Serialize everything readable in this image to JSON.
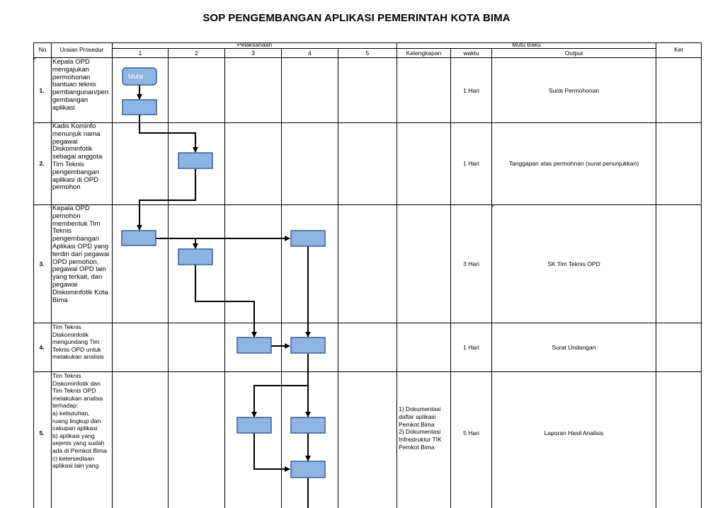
{
  "title": "SOP PENGEMBANGAN APLIKASI PEMERINTAH KOTA BIMA",
  "headers": {
    "no": "No",
    "uraian": "Uraian Prosedur",
    "pelaksanaan": "Pelaksanaan",
    "cols": [
      "1",
      "2",
      "3",
      "4",
      "5"
    ],
    "mutu": "Mutu Baku",
    "kelengkapan": "Kelengkapan",
    "waktu": "waktu",
    "output": "Output",
    "ket": "Ket"
  },
  "rows": [
    {
      "no": "1.",
      "lines": [
        "Kepala OPD",
        "mengajukan",
        "permohonan",
        "bantuan teknis",
        "pembangunan/pen",
        "gembangan",
        "aplikasi"
      ],
      "kelengkapan": [],
      "waktu": "1 Hari",
      "output": "Surat Permohonan"
    },
    {
      "no": "2.",
      "lines": [
        "Kadis Kominfo",
        "menunjuk nama",
        "pegawai",
        "Diskominfotik",
        "sebagai anggota",
        "Tim Teknis",
        "pengembangan",
        "aplikasi di OPD",
        "pemohon"
      ],
      "kelengkapan": [],
      "waktu": "1 Hari",
      "output": "Tanggapan atas permohnan (surat penunjukkan)"
    },
    {
      "no": "3.",
      "lines": [
        "Kepala OPD",
        "pemohon",
        "membentuk Tim",
        "Teknis",
        "pengembangan",
        "Aplikasi OPD yang",
        "terdiri dari pegawai",
        "OPD pemohon,",
        "pegawai OPD lain",
        "yang terkait, dan",
        "pegawai",
        "Diskominfotik Kota",
        "Bima"
      ],
      "kelengkapan": [],
      "waktu": "3 Hari",
      "output": "SK Tim Teknis OPD"
    },
    {
      "no": "4.",
      "lines": [
        "Tim Teknis",
        "Diskominfotik",
        "mengundang Tim",
        "Teknis OPD untuk",
        "melakukan analisis"
      ],
      "kelengkapan": [],
      "waktu": "1 Hari",
      "output": "Surat Undangan"
    },
    {
      "no": "5.",
      "lines": [
        "Tim Teknis",
        "Diskominfotik dan",
        "Tim Teknis OPD",
        "melakukan analisa",
        "terhadap:",
        "a) kebutuhan,",
        "ruang lingkup dan",
        "cakupan aplikasi",
        "b) aplikasi yang",
        "sejenis yang sudah",
        "ada di Pemkot Bima",
        "c) ketersediaan",
        "aplikasi lain yang"
      ],
      "kelengkapan": [
        "1) Dokumentasi",
        "daftar aplikasi",
        "Pemkot Bima",
        "2) Dokumentasi",
        "Infrastruktur TIK",
        "Pemkot Bima"
      ],
      "waktu": "5 Hari",
      "output": "Laporan Hasil Analisis"
    }
  ],
  "flow": {
    "start_label": "Mulai",
    "box_fill": "#8eb4e3",
    "box_stroke": "#3a5f8f",
    "start_fill": "#8eb4e3"
  }
}
